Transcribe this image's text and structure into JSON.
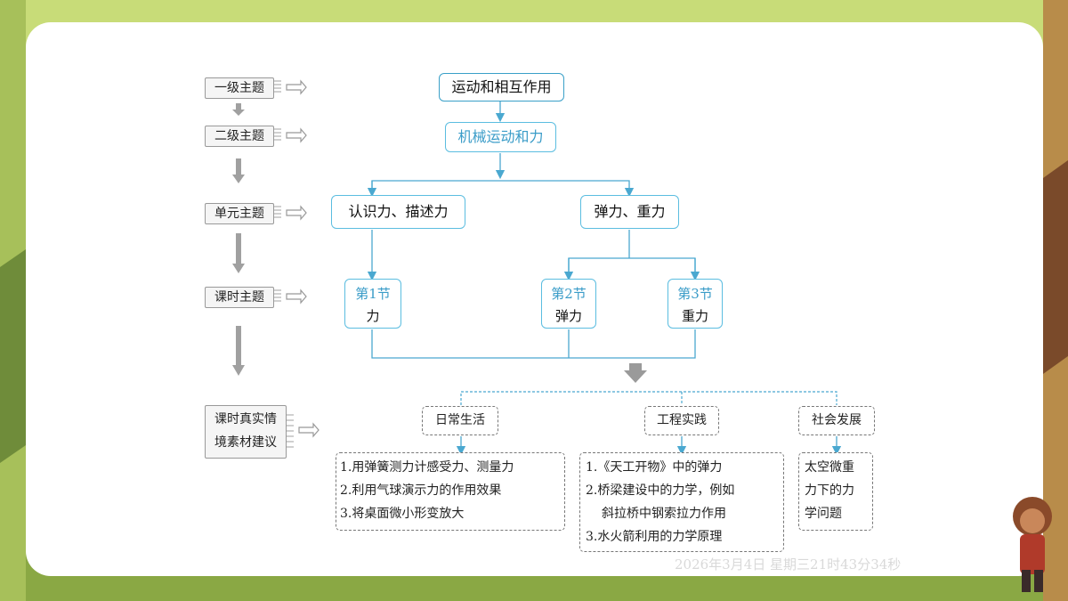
{
  "colors": {
    "accent": "#5bbde0",
    "card": "#ffffff"
  },
  "levels": [
    "一级主题",
    "二级主题",
    "单元主题",
    "课时主题"
  ],
  "level5": {
    "line1": "课时真实情",
    "line2": "境素材建议"
  },
  "top": "运动和相互作用",
  "second": "机械运动和力",
  "units": [
    "认识力、描述力",
    "弹力、重力"
  ],
  "sections": [
    {
      "num": "第1节",
      "name": "力"
    },
    {
      "num": "第2节",
      "name": "弹力"
    },
    {
      "num": "第3节",
      "name": "重力"
    }
  ],
  "categories": [
    "日常生活",
    "工程实践",
    "社会发展"
  ],
  "daily": [
    "1.用弹簧测力计感受力、测量力",
    "2.利用气球演示力的作用效果",
    "3.将桌面微小形变放大"
  ],
  "engineering": [
    "1.《天工开物》中的弹力",
    "2.桥梁建设中的力学，例如",
    "斜拉桥中钢索拉力作用",
    "3.水火箭利用的力学原理"
  ],
  "social": [
    "太空微重",
    "力下的力",
    "学问题"
  ],
  "timestamp": "2026年3月4日 星期三21时43分34秒",
  "icons": [
    "double-arrow-right-icon",
    "arrow-down-icon",
    "cartoon-character-icon"
  ]
}
